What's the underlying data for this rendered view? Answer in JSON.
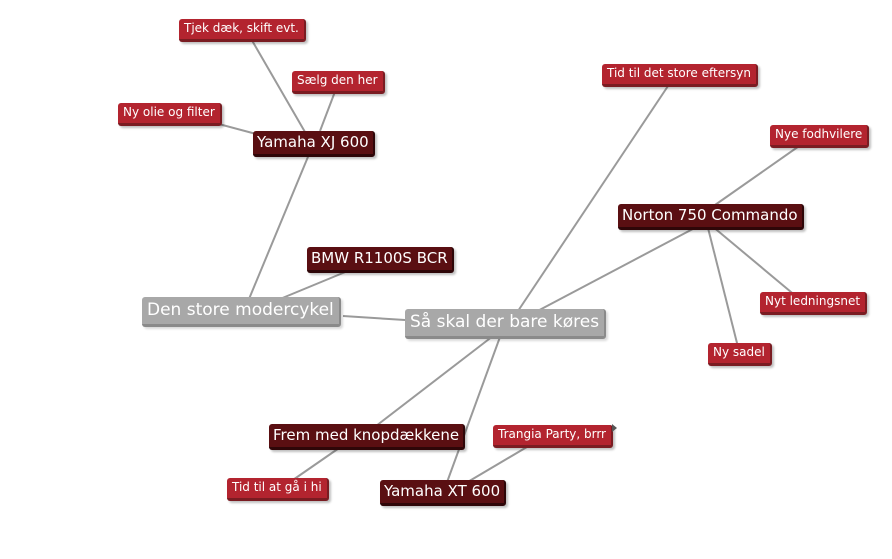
{
  "mindmap": {
    "center": "Så skal der bare køres",
    "nodes": {
      "bike": "Den store modercykel",
      "bmw": "BMW R1100S BCR",
      "yamaha_xj": "Yamaha XJ 600",
      "tjek": "Tjek dæk, skift evt.",
      "saelg": "Sælg den her",
      "olie": "Ny olie og filter",
      "norton": "Norton 750 Commando",
      "eftersyn": "Tid til det store eftersyn",
      "fodhvilere": "Nye fodhvilere",
      "ledningsnet": "Nyt ledningsnet",
      "sadel": "Ny sadel",
      "knop": "Frem med knopdækkene",
      "gaa": "Tid til at gå i hi",
      "yamaha_xt": "Yamaha XT 600",
      "trangia": "Trangia Party, brrr"
    },
    "colors": {
      "leaf": "#b3242f",
      "branch": "#5a0f12",
      "grey": "#a8a8a8",
      "line": "#9a9a9a"
    }
  }
}
